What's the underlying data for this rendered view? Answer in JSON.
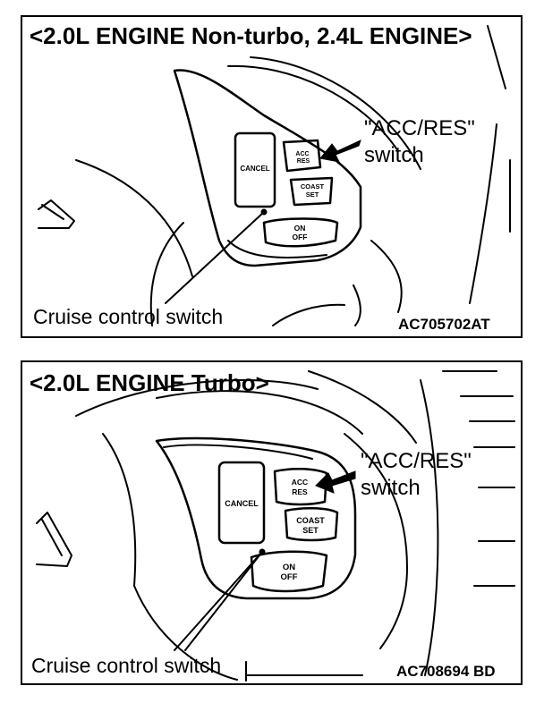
{
  "panels": [
    {
      "title": "<2.0L ENGINE Non-turbo, 2.4L ENGINE>",
      "callout_line1": "\"ACC/RES\"",
      "callout_line2": "switch",
      "caption": "Cruise control switch",
      "code": "AC705702AT",
      "buttons": {
        "cancel": "CANCEL",
        "acc": "ACC",
        "res": "RES",
        "coast": "COAST",
        "set": "SET",
        "on": "ON",
        "off": "OFF"
      }
    },
    {
      "title": "<2.0L ENGINE Turbo>",
      "callout_line1": "\"ACC/RES\"",
      "callout_line2": "switch",
      "caption": "Cruise control switch",
      "code": "AC708694 BD",
      "buttons": {
        "cancel": "CANCEL",
        "acc": "ACC",
        "res": "RES",
        "coast": "COAST",
        "set": "SET",
        "on": "ON",
        "off": "OFF"
      }
    }
  ],
  "colors": {
    "line": "#000000",
    "background": "#ffffff"
  }
}
